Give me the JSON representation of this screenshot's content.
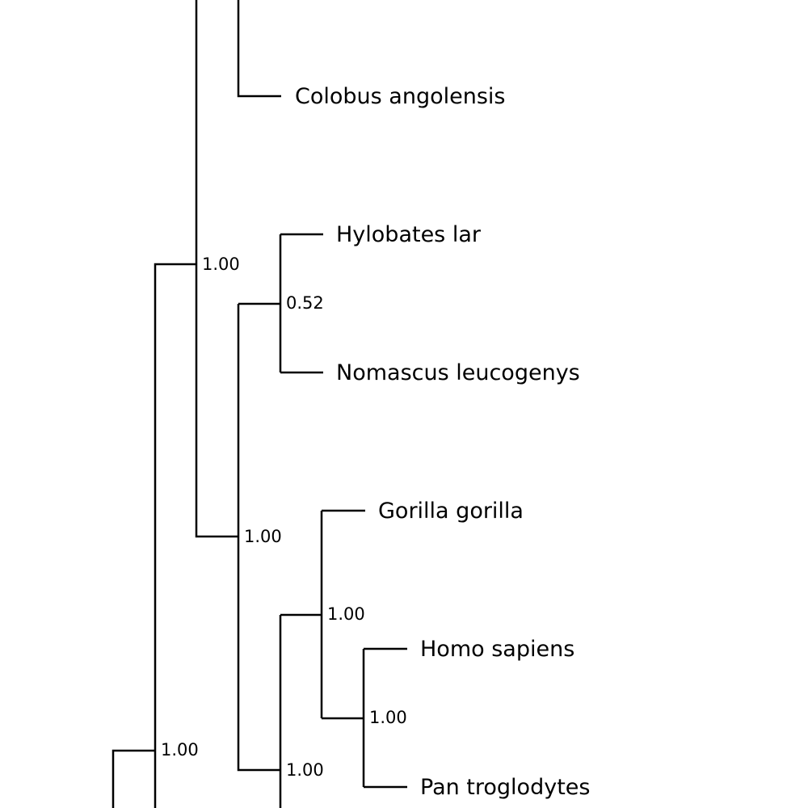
{
  "tree": {
    "taxa": [
      "Colobus angolensis",
      "Hylobates lar",
      "Nomascus leucogenys",
      "Gorilla gorilla",
      "Homo sapiens",
      "Pan troglodytes"
    ],
    "supports": [
      "1.00",
      "0.52",
      "1.00",
      "1.00",
      "1.00",
      "1.00",
      "1.00"
    ],
    "colors": {
      "line": "#000000",
      "text": "#000000",
      "background": "#ffffff"
    }
  }
}
